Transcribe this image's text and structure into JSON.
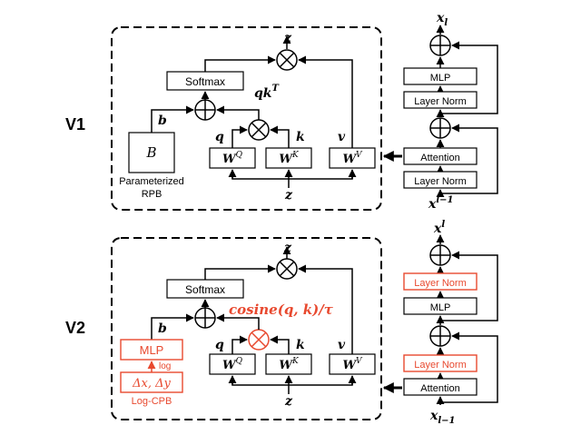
{
  "v1": {
    "label": "V1",
    "z_top": "z",
    "z_bottom": "z",
    "softmax": "Softmax",
    "b": "b",
    "qkT_main": "qk",
    "qkT_sup": "T",
    "q": "q",
    "k": "k",
    "v": "v",
    "B": "B",
    "wq_main": "W",
    "wq_sup": "Q",
    "wk_main": "W",
    "wk_sup": "K",
    "wv_main": "W",
    "wv_sup": "V",
    "rpb_line1": "Parameterized",
    "rpb_line2": "RPB"
  },
  "v2": {
    "label": "V2",
    "z_top": "z",
    "z_bottom": "z",
    "softmax": "Softmax",
    "b": "b",
    "cosine": "cosine(q, k)/τ",
    "q": "q",
    "k": "k",
    "v": "v",
    "mlp": "MLP",
    "log_arrow": "log",
    "delta": "Δx, Δy",
    "logcpb": "Log-CPB",
    "wq_main": "W",
    "wq_sup": "Q",
    "wk_main": "W",
    "wk_sup": "K",
    "wv_main": "W",
    "wv_sup": "V"
  },
  "block1": {
    "x_out_main": "x",
    "x_out_sub": "l",
    "mlp": "MLP",
    "layer_norm_1": "Layer Norm",
    "attention": "Attention",
    "layer_norm_2": "Layer Norm",
    "x_in_main": "x",
    "x_in_sup": "l−1"
  },
  "block2": {
    "x_out_main": "x",
    "x_out_sup": "l",
    "layer_norm_1": "Layer Norm",
    "mlp": "MLP",
    "layer_norm_2": "Layer Norm",
    "attention": "Attention",
    "x_in_main": "x",
    "x_in_sub": "l−1"
  },
  "colors": {
    "accent": "#e8492f",
    "stroke": "#000000"
  }
}
